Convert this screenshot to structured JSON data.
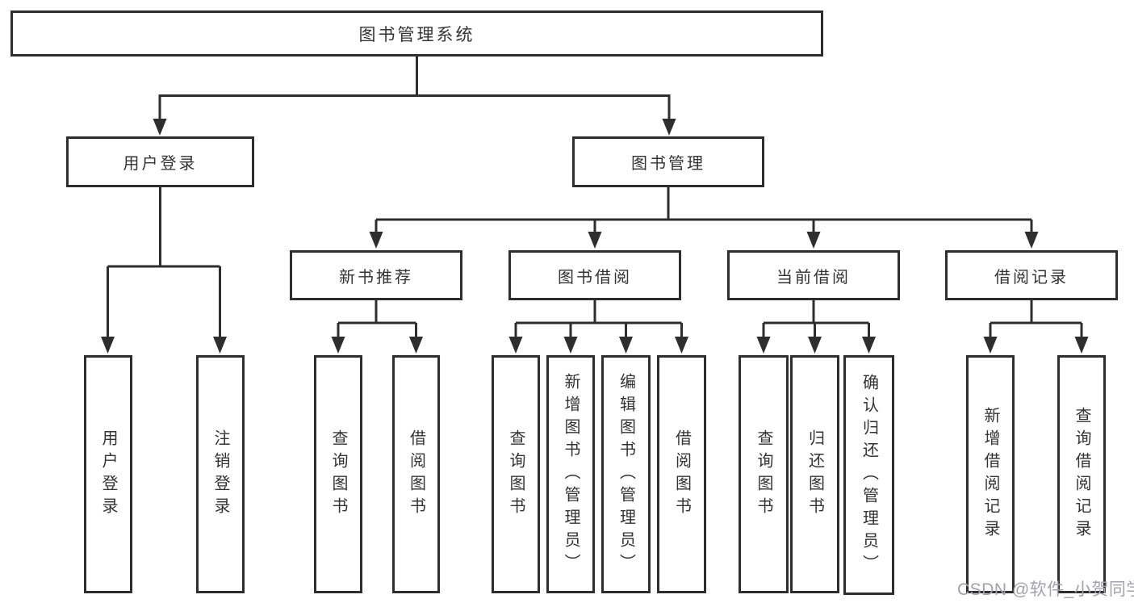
{
  "tree": {
    "label": "图书管理系统",
    "children": [
      {
        "label": "用户登录",
        "children": [
          {
            "label": "用户登录"
          },
          {
            "label": "注销登录"
          }
        ]
      },
      {
        "label": "图书管理",
        "children": [
          {
            "label": "新书推荐",
            "children": [
              {
                "label": "查询图书"
              },
              {
                "label": "借阅图书"
              }
            ]
          },
          {
            "label": "图书借阅",
            "children": [
              {
                "label": "查询图书"
              },
              {
                "label": "新增图书（管理员）"
              },
              {
                "label": "编辑图书（管理员）"
              },
              {
                "label": "借阅图书"
              }
            ]
          },
          {
            "label": "当前借阅",
            "children": [
              {
                "label": "查询图书"
              },
              {
                "label": "归还图书"
              },
              {
                "label": "确认归还（管理员）"
              }
            ]
          },
          {
            "label": "借阅记录",
            "children": [
              {
                "label": "新增借阅记录"
              },
              {
                "label": "查询借阅记录"
              }
            ]
          }
        ]
      }
    ]
  },
  "watermark": {
    "text": "CSDN @软件_小贺同学"
  },
  "colors": {
    "line": "#2e2e2e",
    "text": "#333333",
    "background": "#ffffff",
    "watermark": "#a2a2ac"
  }
}
